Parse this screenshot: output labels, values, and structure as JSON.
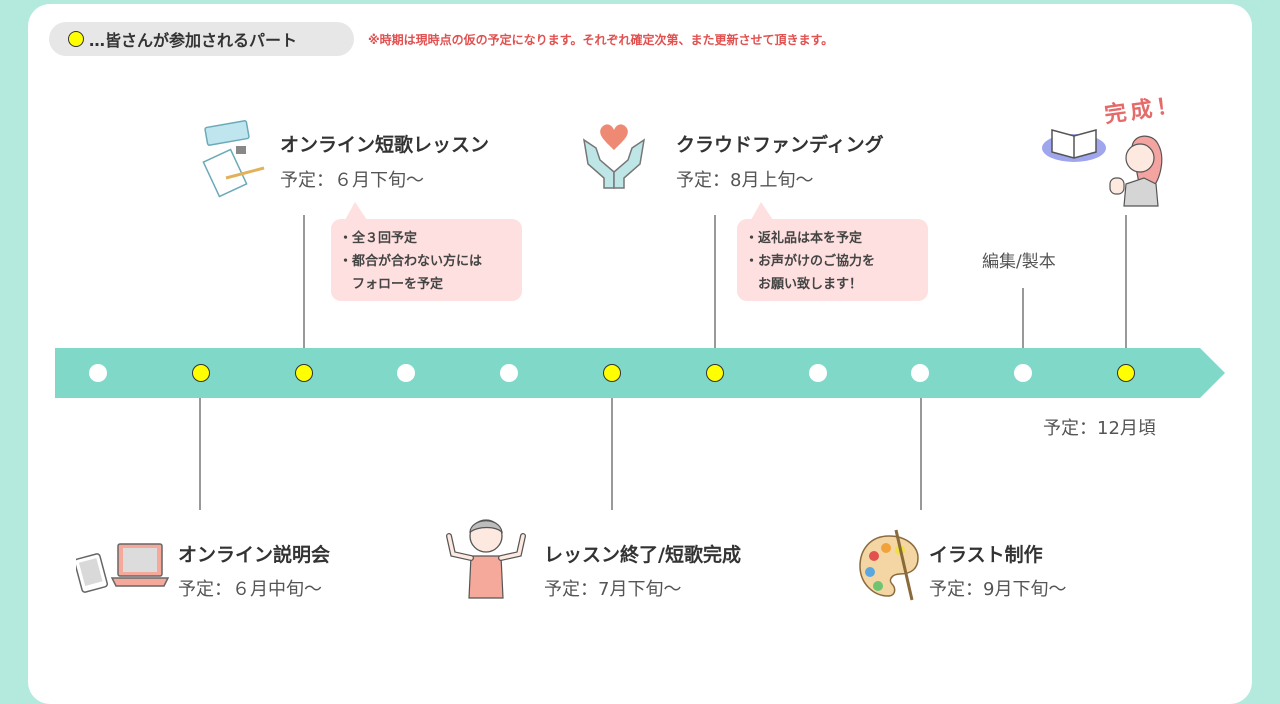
{
  "legend": {
    "text": "…皆さんが参加されるパート"
  },
  "note": "※時期は現時点の仮の予定になります。それぞれ確定次第、また更新させて頂きます。",
  "colors": {
    "band": "#7fd8c8",
    "participation_dot": "#ffff00",
    "bubble": "#fde0df",
    "accent_red": "#e25050",
    "background": "#b4e9dd"
  },
  "timeline": {
    "dots": [
      {
        "participation": false
      },
      {
        "participation": true
      },
      {
        "participation": true
      },
      {
        "participation": false
      },
      {
        "participation": false
      },
      {
        "participation": true
      },
      {
        "participation": true
      },
      {
        "participation": false
      },
      {
        "participation": false
      },
      {
        "participation": false
      },
      {
        "participation": true
      }
    ]
  },
  "events": {
    "lesson": {
      "title": "オンライン短歌レッスン",
      "schedule": "予定：６月下旬〜",
      "bubble": [
        "・全３回予定",
        "・都合が合わない方には",
        "　フォローを予定"
      ],
      "icon": "pencil-paper-icon"
    },
    "crowdfunding": {
      "title": "クラウドファンディング",
      "schedule": "予定：8月上旬〜",
      "bubble": [
        "・返礼品は本を予定",
        "・お声がけのご協力を",
        "　お願い致します！"
      ],
      "icon": "heart-hands-icon"
    },
    "editing": {
      "label": "編集/製本"
    },
    "complete": {
      "label": "完成！",
      "schedule": "予定：12月頃",
      "icon": "reading-girl-icon"
    },
    "briefing": {
      "title": "オンライン説明会",
      "schedule": "予定：６月中旬〜",
      "icon": "laptop-tablet-icon"
    },
    "lesson_end": {
      "title": "レッスン終了/短歌完成",
      "schedule": "予定：7月下旬〜",
      "icon": "flexing-girl-icon"
    },
    "illustration": {
      "title": "イラスト制作",
      "schedule": "予定：9月下旬〜",
      "icon": "palette-icon"
    }
  }
}
